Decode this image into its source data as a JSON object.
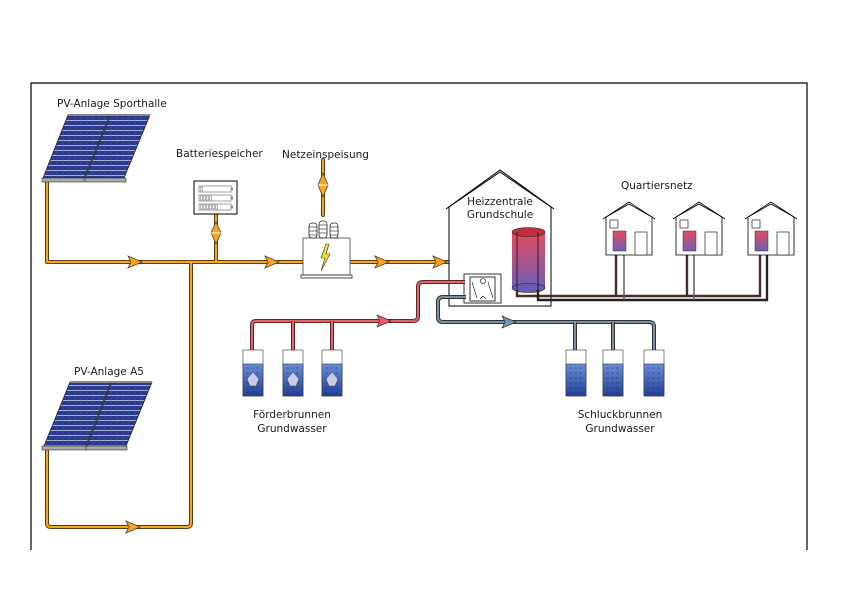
{
  "diagram": {
    "title": "",
    "components": {
      "pv_sporthalle": {
        "label": "PV-Anlage Sporthalle"
      },
      "pv_a5": {
        "label": "PV-Anlage A5"
      },
      "battery": {
        "label": "Batteriespeicher"
      },
      "grid_feed": {
        "label": "Netzeinspeisung"
      },
      "heating_center": {
        "label_line1": "Heizzentrale",
        "label_line2": "Grundschule"
      },
      "district_network": {
        "label": "Quartiersnetz"
      },
      "supply_wells": {
        "label_line1": "Förderbrunnen",
        "label_line2": "Grundwasser",
        "count": 3
      },
      "return_wells": {
        "label_line1": "Schluckbrunnen",
        "label_line2": "Grundwasser",
        "count": 3
      },
      "houses": {
        "count": 3
      }
    },
    "flows": [
      {
        "from": "PV-Anlage Sporthalle",
        "to": "Netzeinspeisung",
        "type": "electricity"
      },
      {
        "from": "PV-Anlage A5",
        "to": "Netzeinspeisung",
        "type": "electricity"
      },
      {
        "from": "Batteriespeicher",
        "to": "electric bus",
        "type": "electricity",
        "direction": "bidirectional"
      },
      {
        "from": "Netzeinspeisung",
        "to": "Heizzentrale Grundschule",
        "type": "electricity"
      },
      {
        "from": "Förderbrunnen",
        "to": "Heizzentrale Grundschule",
        "type": "groundwater-warm"
      },
      {
        "from": "Heizzentrale Grundschule",
        "to": "Schluckbrunnen",
        "type": "groundwater-cold"
      },
      {
        "from": "Heizzentrale Grundschule",
        "to": "Quartiersnetz",
        "type": "heat"
      }
    ],
    "colors": {
      "electric": "#f5a623",
      "electric_outline": "#5a3d1a",
      "warm_water": "#e8606a",
      "cold_water": "#6f8fa8",
      "heat_supply": "#8a4a3a",
      "heat_return": "#333333",
      "panel_blue": "#2c3f8f",
      "tank_top": "#e0485a",
      "tank_bottom": "#6a5bb0",
      "well_water": "#3a5fb0"
    }
  }
}
